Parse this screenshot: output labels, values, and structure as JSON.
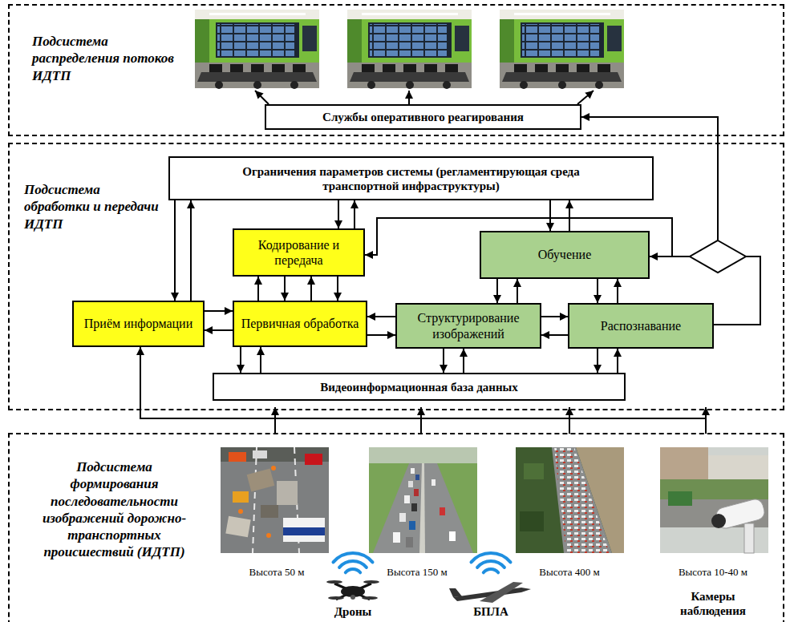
{
  "diagram": {
    "nodes": [
      {
        "text": [
          "Подсистема распределения потоков ИДТП"
        ]
      },
      {
        "text": [
          "Службы оперативного реагирования"
        ],
        "in": 0
      },
      {
        "text": [
          "Подсистема обработки и передачи ИДТП"
        ]
      },
      {
        "text": [
          "Ограничения параметров системы (регламентирующая среда транспортной инфраструктуры)"
        ],
        "in": 2
      },
      {
        "text": [
          "Кодирование и передача"
        ],
        "in": 2
      },
      {
        "text": [
          "Обучение"
        ],
        "in": 2
      },
      {
        "text": [
          "Приём информации"
        ],
        "in": 2
      },
      {
        "text": [
          "Первичная обработка"
        ],
        "in": 2
      },
      {
        "text": [
          "Структурирование изображений"
        ],
        "in": 2
      },
      {
        "text": [
          "Распознавание"
        ],
        "in": 2
      },
      {
        "text": [
          "Видеоинформационная база данных"
        ],
        "in": 2
      },
      {
        "text": [
          "Подсистема формирования последовательности изображений дорожно-транспортных происшествий (ИДТП)"
        ]
      }
    ],
    "edges": [
      {
        "from": 3,
        "to": 6,
        "arrow": "to"
      },
      {
        "from": 6,
        "to": 3,
        "arrow": "to"
      },
      {
        "from": 3,
        "to": 4,
        "arrow": "to"
      },
      {
        "from": 4,
        "to": 3,
        "arrow": "to"
      },
      {
        "from": 3,
        "to": 5,
        "arrow": "to"
      },
      {
        "from": 5,
        "to": 3,
        "arrow": "to"
      },
      {
        "from": 7,
        "to": 4,
        "arrow": "to"
      },
      {
        "from": 4,
        "to": 7,
        "arrow": "to"
      },
      {
        "from": 7,
        "to": 4,
        "arrow": "to"
      },
      {
        "from": 4,
        "to": 7,
        "arrow": "to"
      },
      {
        "from": 6,
        "to": 7,
        "arrow": "to"
      },
      {
        "from": 7,
        "to": 6,
        "arrow": "to"
      },
      {
        "from": 8,
        "to": 7,
        "arrow": "to"
      },
      {
        "from": 7,
        "to": 8,
        "arrow": "to"
      },
      {
        "from": 8,
        "to": 9,
        "arrow": "to"
      },
      {
        "from": 9,
        "to": 8,
        "arrow": "to"
      },
      {
        "from": 5,
        "to": 8,
        "arrow": "to"
      },
      {
        "from": 8,
        "to": 5,
        "arrow": "to"
      },
      {
        "from": 5,
        "to": 9,
        "arrow": "to"
      },
      {
        "from": 9,
        "to": 5,
        "arrow": "to"
      },
      {
        "from": 7,
        "to": 10,
        "arrow": "to"
      },
      {
        "from": 10,
        "to": 7,
        "arrow": "to"
      },
      {
        "from": 8,
        "to": 10,
        "arrow": "to"
      },
      {
        "from": 10,
        "to": 8,
        "arrow": "to"
      },
      {
        "from": 9,
        "to": 10,
        "arrow": "to"
      },
      {
        "from": 10,
        "to": 9,
        "arrow": "to"
      },
      {
        "from": 9,
        "to": 5,
        "arrow": "to"
      },
      {
        "from": 9,
        "to": 4,
        "arrow": "to"
      },
      {
        "from": 9,
        "to": 1,
        "arrow": "to"
      },
      {
        "from": 11,
        "to": 6,
        "arrow": "to"
      }
    ],
    "labels": [
      "Высота 50 м",
      "Высота 150 м",
      "Высота 400 м",
      "Высота 10-40 м",
      "Дроны",
      "БПЛА",
      "Камеры наблюдения"
    ]
  }
}
